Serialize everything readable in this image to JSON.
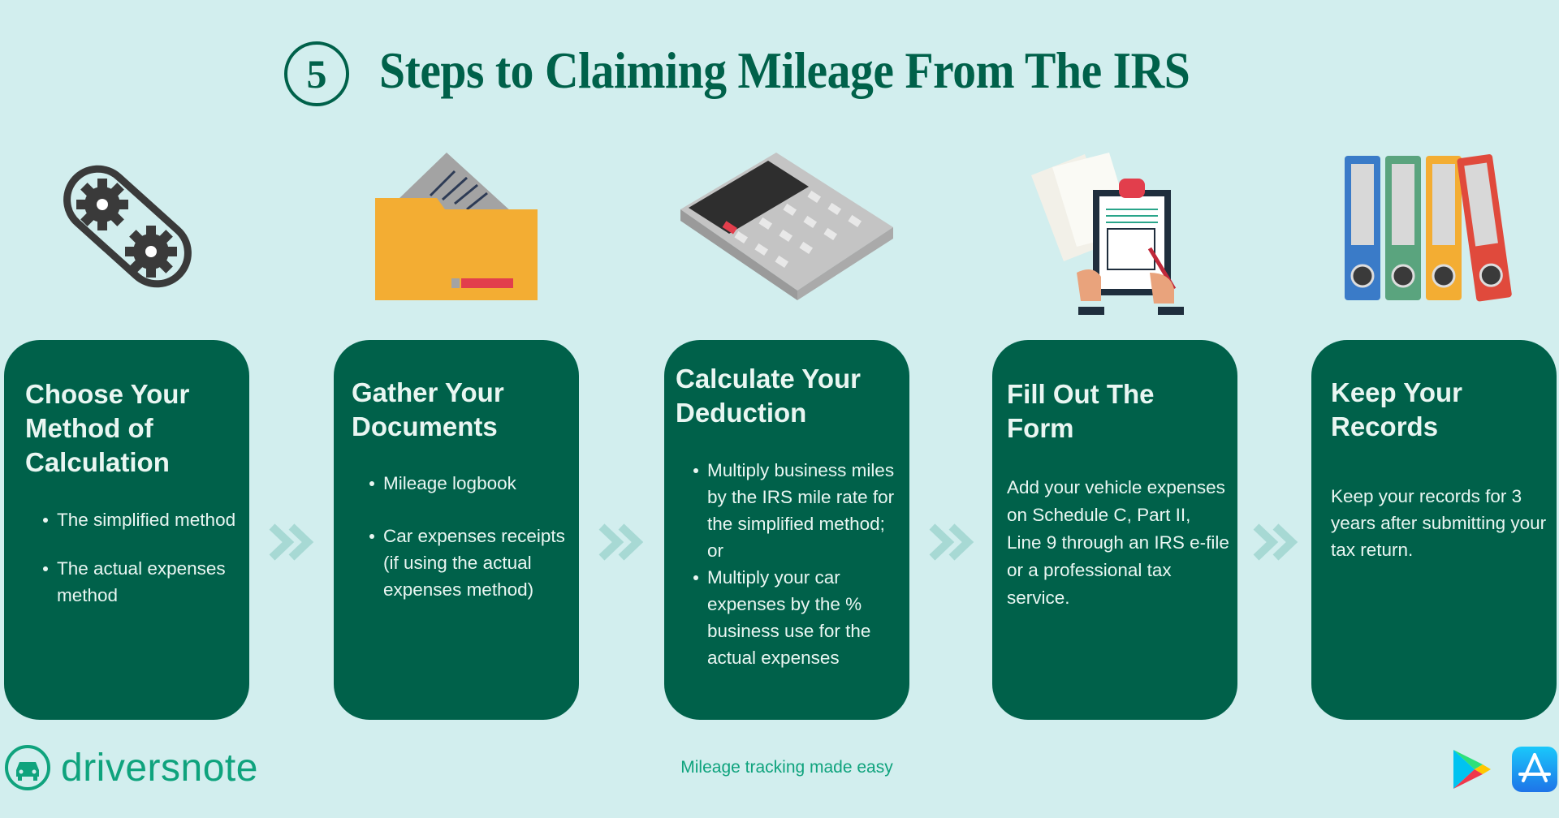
{
  "title": {
    "number": "5",
    "text": "Steps to Claiming Mileage From The IRS"
  },
  "cards": [
    {
      "heading": "Choose Your Method of Calculation",
      "items": [
        "The simplified method",
        "The actual expenses method"
      ]
    },
    {
      "heading": "Gather Your Documents",
      "items": [
        "Mileage logbook",
        "Car expenses receipts (if using the actual expenses method)"
      ]
    },
    {
      "heading": "Calculate Your Deduction",
      "items": [
        "Multiply business miles by the IRS mile rate for the simplified method; or",
        "Multiply your car expenses by the % business use for the actual expenses"
      ]
    },
    {
      "heading": "Fill Out The Form",
      "text": "Add your vehicle expenses on Schedule C, Part II, Line 9 through an IRS e-file or a professional tax service."
    },
    {
      "heading": "Keep Your Records",
      "text": "Keep your records for 3 years after submitting your tax return."
    }
  ],
  "footer": {
    "brand": "driversnote",
    "tagline": "Mileage tracking made easy"
  },
  "icons": [
    "gears-icon",
    "folder-icon",
    "calculator-icon",
    "form-icon",
    "binders-icon",
    "chevron-double-right-icon",
    "car-icon",
    "google-play-icon",
    "app-store-icon"
  ],
  "colors": {
    "background": "#d2eeee",
    "primary": "#00614a",
    "accent": "#0fa37d",
    "chevron": "#a7d9d4"
  }
}
